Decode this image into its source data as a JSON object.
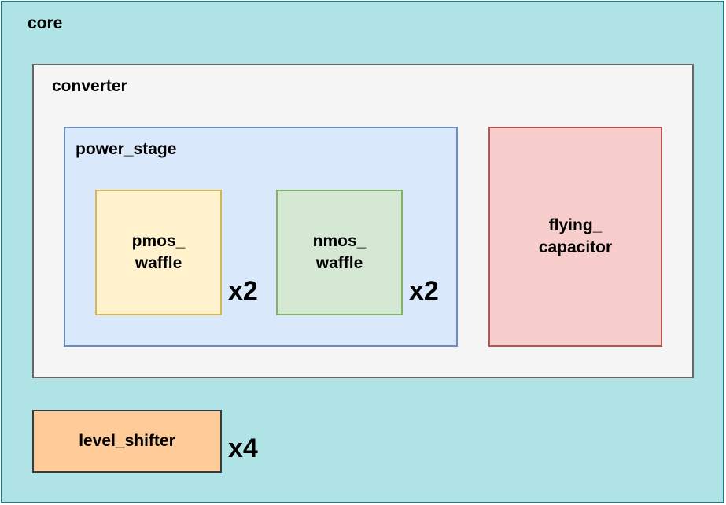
{
  "core": {
    "label": "core"
  },
  "converter": {
    "label": "converter"
  },
  "power_stage": {
    "label": "power_stage"
  },
  "pmos": {
    "line1": "pmos_",
    "line2": "waffle",
    "multiplier": "x2"
  },
  "nmos": {
    "line1": "nmos_",
    "line2": "waffle",
    "multiplier": "x2"
  },
  "flying_capacitor": {
    "line1": "flying_",
    "line2": "capacitor"
  },
  "level_shifter": {
    "label": "level_shifter",
    "multiplier": "x4"
  },
  "colors": {
    "core_fill": "#b0e3e6",
    "converter_fill": "#f5f5f5",
    "power_stage_fill": "#dae8fc",
    "pmos_fill": "#fff2cc",
    "nmos_fill": "#d5e8d4",
    "flying_capacitor_fill": "#f8cecc",
    "level_shifter_fill": "#ffcc99"
  }
}
